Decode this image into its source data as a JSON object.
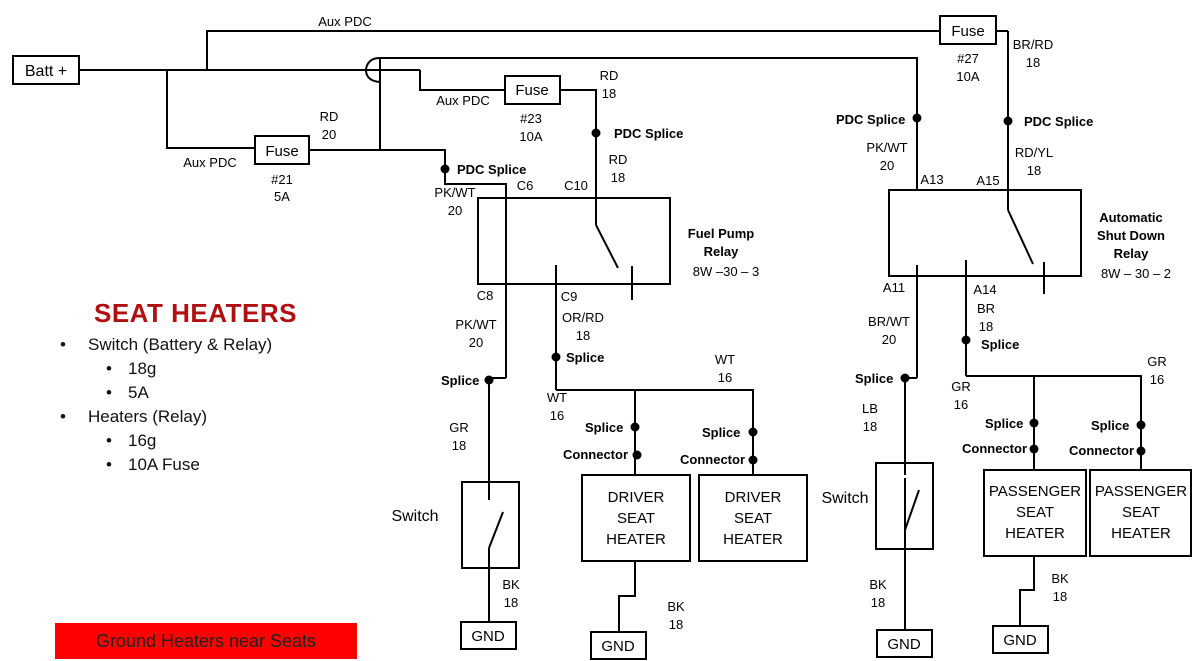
{
  "legend": {
    "title": "SEAT HEATERS",
    "items": [
      {
        "text": "Switch (Battery & Relay)",
        "level": 1
      },
      {
        "text": "18g",
        "level": 2
      },
      {
        "text": "5A",
        "level": 2
      },
      {
        "text": "Heaters (Relay)",
        "level": 1
      },
      {
        "text": "16g",
        "level": 2
      },
      {
        "text": "10A Fuse",
        "level": 2
      }
    ]
  },
  "banner": "Ground  Heaters near Seats",
  "battery": "Batt  +",
  "aux_pdc": "Aux PDC",
  "fuse": "Fuse",
  "fuse21": {
    "number": "#21",
    "rating": "5A"
  },
  "fuse23": {
    "number": "#23",
    "rating": "10A"
  },
  "fuse27": {
    "number": "#27",
    "rating": "10A"
  },
  "pdc_splice": "PDC Splice",
  "splice": "Splice",
  "connector": "Connector",
  "switch": "Switch",
  "gnd": "GND",
  "fuel_pump_relay": {
    "line1": "Fuel Pump",
    "line2": "Relay",
    "code": "8W –30 – 3"
  },
  "asd_relay": {
    "line1": "Automatic",
    "line2": "Shut Down",
    "line3": "Relay",
    "code": "8W – 30 – 2"
  },
  "heaters": {
    "driver": [
      "DRIVER",
      "SEAT",
      "HEATER"
    ],
    "driver_alt": [
      "DRIVER",
      "SEAT",
      "HEATER"
    ],
    "passenger": [
      "PASSENGER",
      "SEAT",
      "HEATER"
    ],
    "passenger_alt": [
      "PASSENGER",
      "SEAT",
      "HEATER"
    ]
  },
  "pins": {
    "c6": "C6",
    "c8": "C8",
    "c9": "C9",
    "c10": "C10",
    "a11": "A11",
    "a13": "A13",
    "a14": "A14",
    "a15": "A15"
  },
  "wires": {
    "rd": "RD",
    "g20": "20",
    "g18": "18",
    "g16": "16",
    "pkwt": "PK/WT",
    "orrd": "OR/RD",
    "gr": "GR",
    "bk": "BK",
    "wt": "WT",
    "brrd": "BR/RD",
    "rdyl": "RD/YL",
    "brwt": "BR/WT",
    "br": "BR",
    "lb": "LB"
  }
}
